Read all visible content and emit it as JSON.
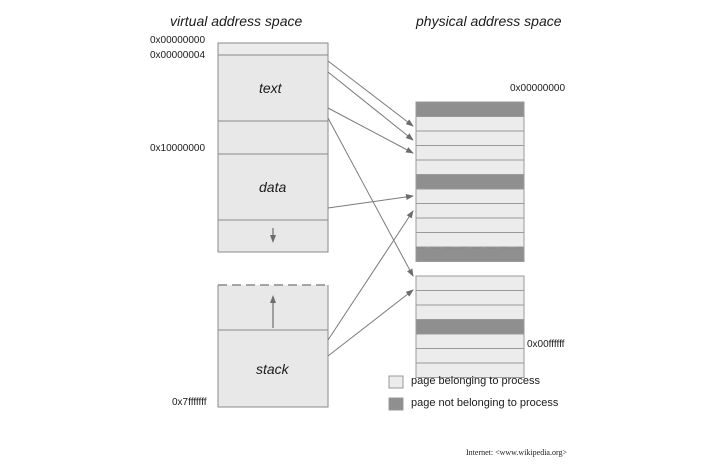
{
  "titles": {
    "virtual": "virtual address space",
    "physical": "physical address space"
  },
  "virtual_addresses": {
    "a0": "0x00000000",
    "a4": "0x00000004",
    "a1e8": "0x10000000",
    "amax": "0x7fffffff"
  },
  "segments": {
    "text": "text",
    "data": "data",
    "stack": "stack"
  },
  "physical_addresses": {
    "start": "0x00000000",
    "end": "0x00ffffff"
  },
  "physical_pages": [
    "not-owned",
    "owned",
    "owned",
    "owned",
    "owned",
    "not-owned",
    "owned",
    "owned",
    "owned",
    "owned",
    "not-owned",
    "gap",
    "owned",
    "owned",
    "owned",
    "not-owned",
    "owned",
    "owned",
    "owned"
  ],
  "legend": {
    "owned": "page belonging to process",
    "not_owned": "page not belonging to process"
  },
  "colors": {
    "owned_page": "#ececec",
    "not_owned_page": "#8f8f8f",
    "virtual_block": "#e8e8e8",
    "outline": "#8a8a8a",
    "arrow": "#7a7a7a"
  },
  "credit": "Internet: <www.wikipedia.org>"
}
